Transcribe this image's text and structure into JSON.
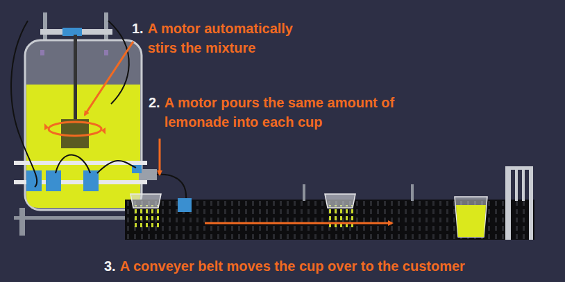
{
  "diagram": {
    "labels": [
      "1.",
      "A motor automatically stirs the mixture",
      "2.",
      "A motor pours the same amount of lemonade into each cup",
      "3.",
      "A conveyer belt moves the cup over to the customer"
    ]
  }
}
